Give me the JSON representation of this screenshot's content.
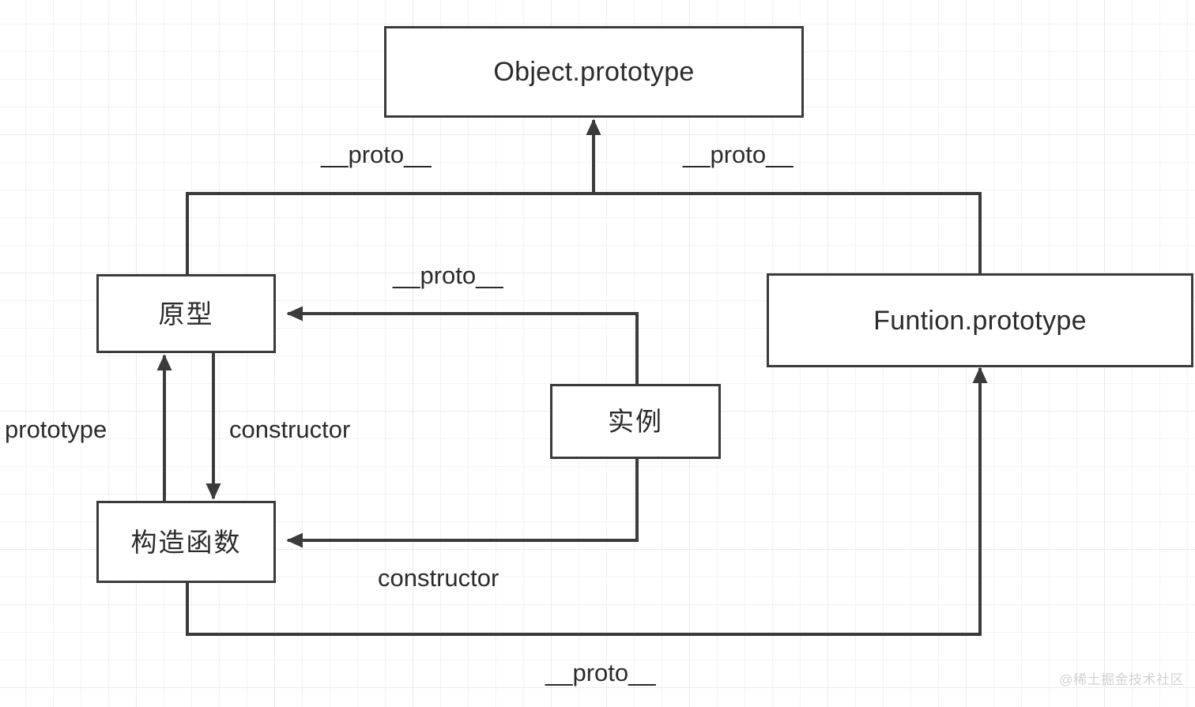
{
  "diagram": {
    "title": "JavaScript prototype chain relationship diagram",
    "stroke_color": "#3b3b3b",
    "text_color": "#2b2b2b",
    "background_color": "#ffffff",
    "grid_color": "#ebebeb",
    "nodes": [
      {
        "id": "object-prototype",
        "label": "Object.prototype",
        "script": "latin"
      },
      {
        "id": "prototype",
        "label": "原型",
        "script": "cjk"
      },
      {
        "id": "function-prototype",
        "label": "Funtion.prototype",
        "script": "latin"
      },
      {
        "id": "instance",
        "label": "实例",
        "script": "cjk"
      },
      {
        "id": "constructor-fn",
        "label": "构造函数",
        "script": "cjk"
      }
    ],
    "edges": [
      {
        "id": "proto-to-objectproto",
        "label": "__proto__",
        "from": "prototype",
        "to": "object-prototype"
      },
      {
        "id": "functionproto-to-objectproto",
        "label": "__proto__",
        "from": "function-prototype",
        "to": "object-prototype"
      },
      {
        "id": "instance-to-prototype",
        "label": "__proto__",
        "from": "instance",
        "to": "prototype"
      },
      {
        "id": "constructorfn-to-prototype",
        "label": "prototype",
        "from": "constructor-fn",
        "to": "prototype"
      },
      {
        "id": "prototype-to-constructorfn",
        "label": "constructor",
        "from": "prototype",
        "to": "constructor-fn"
      },
      {
        "id": "instance-to-constructorfn",
        "label": "constructor",
        "from": "instance",
        "to": "constructor-fn"
      },
      {
        "id": "constructorfn-to-functionproto",
        "label": "__proto__",
        "from": "constructor-fn",
        "to": "function-prototype"
      }
    ]
  },
  "watermark": {
    "text": "@稀土掘金技术社区"
  }
}
